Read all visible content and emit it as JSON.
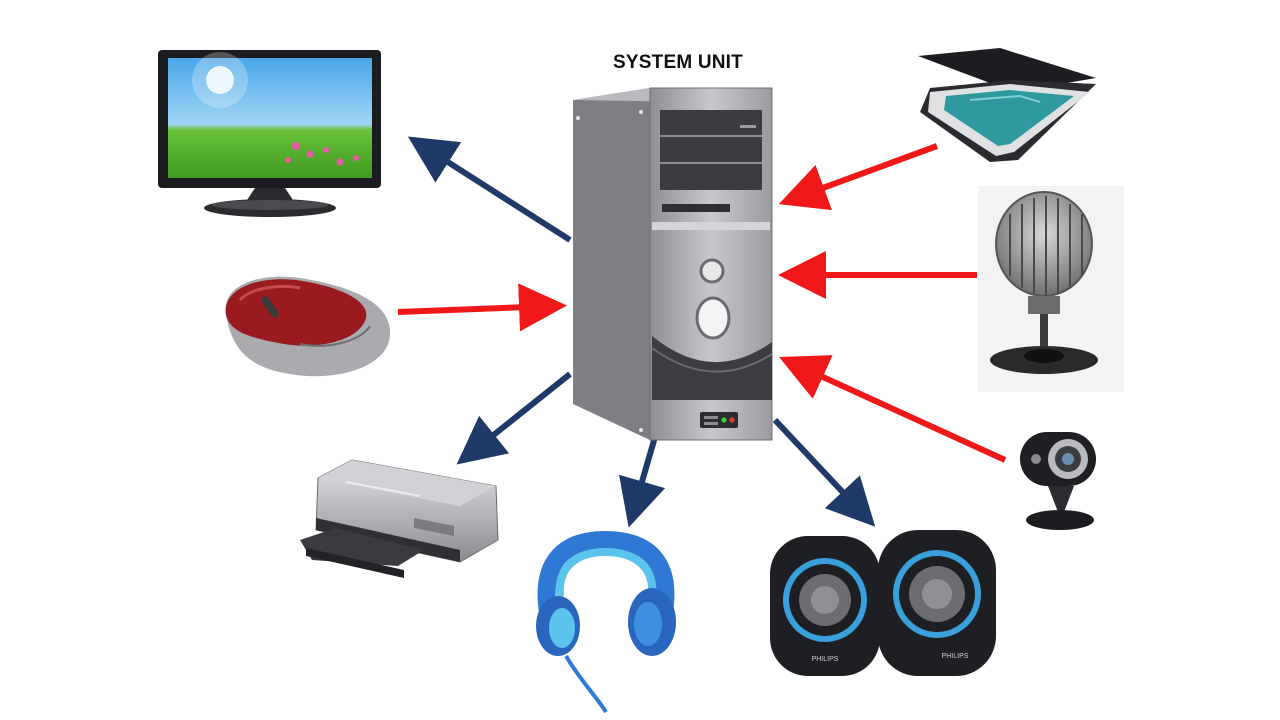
{
  "diagram": {
    "title": "SYSTEM UNIT",
    "colors": {
      "input_arrow": "#f01818",
      "output_arrow": "#1f3a68",
      "case": "#a7a9ae",
      "speaker_ring": "#3aa0dc",
      "headphone": "#2f78d4"
    },
    "center": {
      "name": "system-unit",
      "icon": "computer-tower-icon"
    },
    "devices": [
      {
        "name": "monitor",
        "icon": "monitor-icon",
        "direction": "output"
      },
      {
        "name": "mouse",
        "icon": "mouse-icon",
        "direction": "input"
      },
      {
        "name": "printer",
        "icon": "printer-icon",
        "direction": "output"
      },
      {
        "name": "headphones",
        "icon": "headphones-icon",
        "direction": "output"
      },
      {
        "name": "speakers",
        "icon": "speakers-icon",
        "direction": "output",
        "brand_label": "PHILIPS"
      },
      {
        "name": "scanner",
        "icon": "scanner-icon",
        "direction": "input"
      },
      {
        "name": "microphone",
        "icon": "microphone-icon",
        "direction": "input"
      },
      {
        "name": "webcam",
        "icon": "webcam-icon",
        "direction": "input"
      }
    ]
  }
}
